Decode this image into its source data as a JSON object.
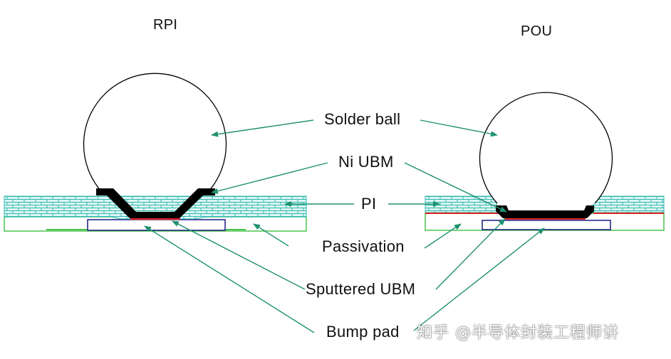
{
  "titles": {
    "left": "RPI",
    "right": "POU"
  },
  "labels": {
    "solder_ball": "Solder ball",
    "ni_ubm": "Ni UBM",
    "pi": "PI",
    "passivation": "Passivation",
    "sputtered_ubm": "Sputtered UBM",
    "bump_pad": "Bump pad"
  },
  "watermark": "知乎 @半导体封装工程师讲",
  "colors": {
    "pi_fill": "#dff5f3",
    "pi_brick": "#2fb9b0",
    "passivation_outline": "#4cc24c",
    "arrow": "#1f9070",
    "ni_ubm": "#000000",
    "sputtered_ubm": "#e02020",
    "bump_pad_outline": "#1a1a80",
    "solder_ball_outline": "#000000"
  }
}
